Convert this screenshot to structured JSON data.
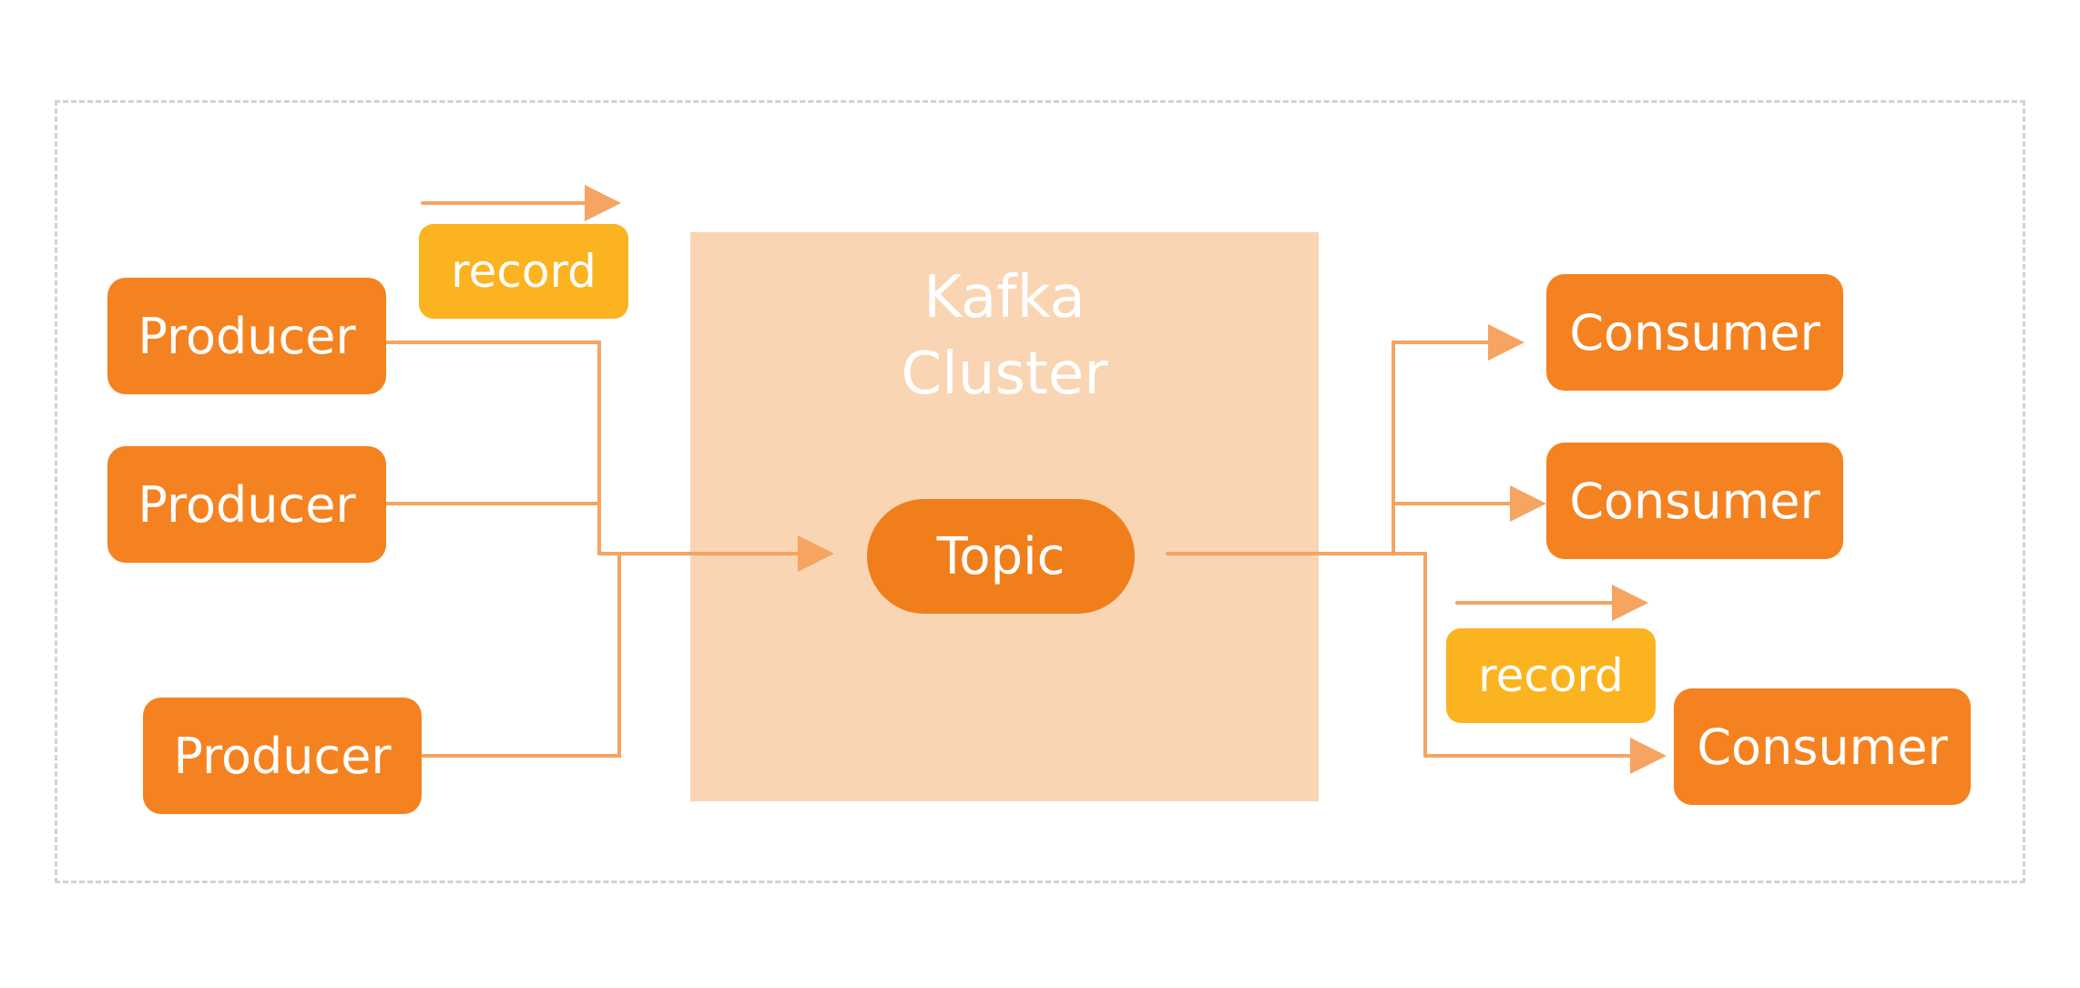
{
  "colors": {
    "node_fill": "#f58220",
    "record_fill": "#fbb320",
    "cluster_fill": "#f9d5b3",
    "edge_stroke": "#f5a462",
    "frame_border": "#cfd3d8"
  },
  "cluster": {
    "title": "Kafka\nCluster",
    "topic_label": "Topic"
  },
  "producers": [
    {
      "label": "Producer"
    },
    {
      "label": "Producer"
    },
    {
      "label": "Producer"
    }
  ],
  "consumers": [
    {
      "label": "Consumer"
    },
    {
      "label": "Consumer"
    },
    {
      "label": "Consumer"
    }
  ],
  "records": [
    {
      "label": "record"
    },
    {
      "label": "record"
    }
  ]
}
